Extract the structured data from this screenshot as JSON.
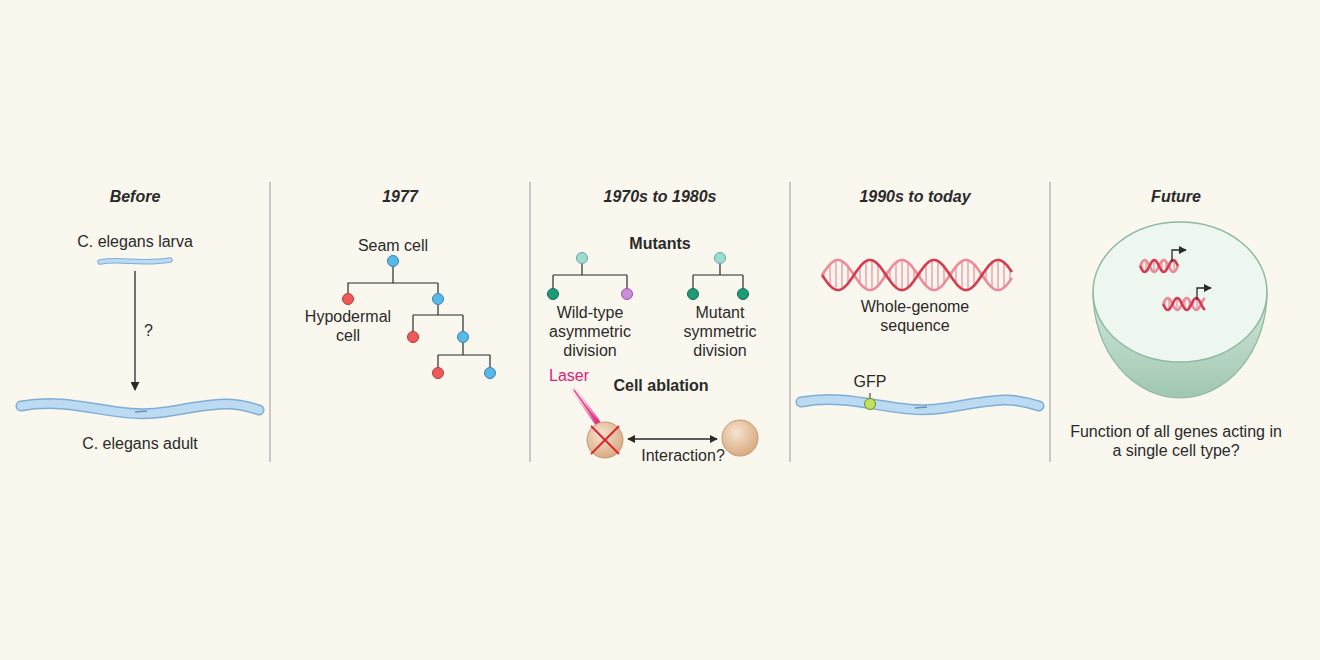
{
  "diagram": {
    "nodes": [
      {
        "text": [
          "C. elegans larva"
        ]
      },
      {
        "text": [
          "C. elegans adult"
        ]
      },
      {
        "text": [
          "Seam cell"
        ]
      },
      {
        "text": [
          "Hypodermal cell"
        ]
      }
    ],
    "edges": [
      {
        "from": 0,
        "to": 1,
        "arrow": "to",
        "label": "?"
      },
      {
        "from": 2,
        "to": 3,
        "arrow": "none"
      }
    ],
    "labels": [
      "Before",
      "1977",
      "1970s to 1980s",
      "1990s to today",
      "Future",
      "Mutants",
      "Wild-type asymmetric division",
      "Mutant symmetric division",
      "Laser",
      "Cell ablation",
      "Interaction?",
      "Whole-genome sequence",
      "GFP",
      "Function of all genes acting in a single cell type?"
    ]
  }
}
